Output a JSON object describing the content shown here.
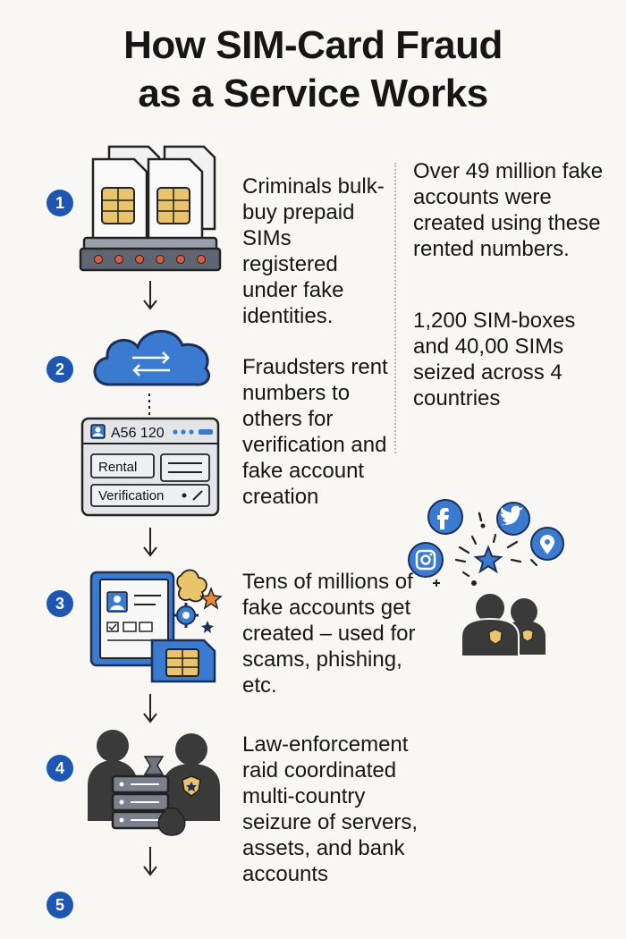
{
  "title": {
    "line1": "How SIM-Card Fraud",
    "line2": "as a Service Works"
  },
  "steps": [
    {
      "number": "1",
      "text": "Criminals bulk-buy prepaid SIMs registered under fake identities.",
      "icon": "sim-bank-icon"
    },
    {
      "number": "2",
      "text": "Fraudsters rent numbers to others for verification and fake account creation",
      "icon": "cloud-sync-icon"
    },
    {
      "number": "3",
      "text": "Tens of millions of fake accounts get created – used for scams, phishing, etc.",
      "icon": "fake-profile-icon"
    },
    {
      "number": "4",
      "text": "Law-enforcement raid coordinated multi-country seizure of servers, assets, and bank accounts",
      "icon": "police-server-icon"
    },
    {
      "number": "5"
    }
  ],
  "rental_window": {
    "id": "A56 120",
    "button_rental": "Rental",
    "button_verification": "Verification"
  },
  "stats": [
    {
      "text": "Over 49 million fake accounts were created using these rented numbers."
    },
    {
      "text": "1,200 SIM-boxes and 40,00 SIMs seized across 4 countries"
    }
  ],
  "social_icons": [
    "facebook-icon",
    "twitter-icon",
    "instagram-icon",
    "location-pin-icon"
  ],
  "colors": {
    "accent_blue": "#1d57b3",
    "icon_blue": "#3b7ad1",
    "chip_gold": "#e9c46a",
    "dark_figure": "#3a3a3a",
    "background": "#f8f7f3"
  }
}
